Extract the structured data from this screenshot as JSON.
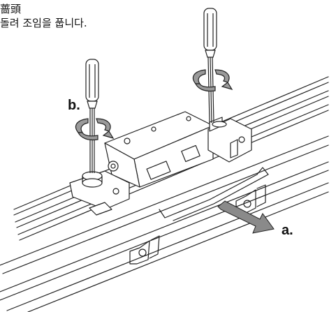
{
  "caption": {
    "line1": "蔷頭",
    "line2": "돌려 조임을 풉니다."
  },
  "callouts": {
    "b": "b.",
    "a": "a."
  },
  "icons": {
    "screwdriver_left": "screwdriver-icon",
    "screwdriver_right": "screwdriver-icon",
    "rotation_left": "rotation-arrow-icon",
    "rotation_right": "rotation-arrow-icon",
    "pull_direction": "pull-arrow-icon"
  },
  "colors": {
    "line": "#222222",
    "arrow_fill": "#8a8a8a",
    "background": "#ffffff"
  }
}
